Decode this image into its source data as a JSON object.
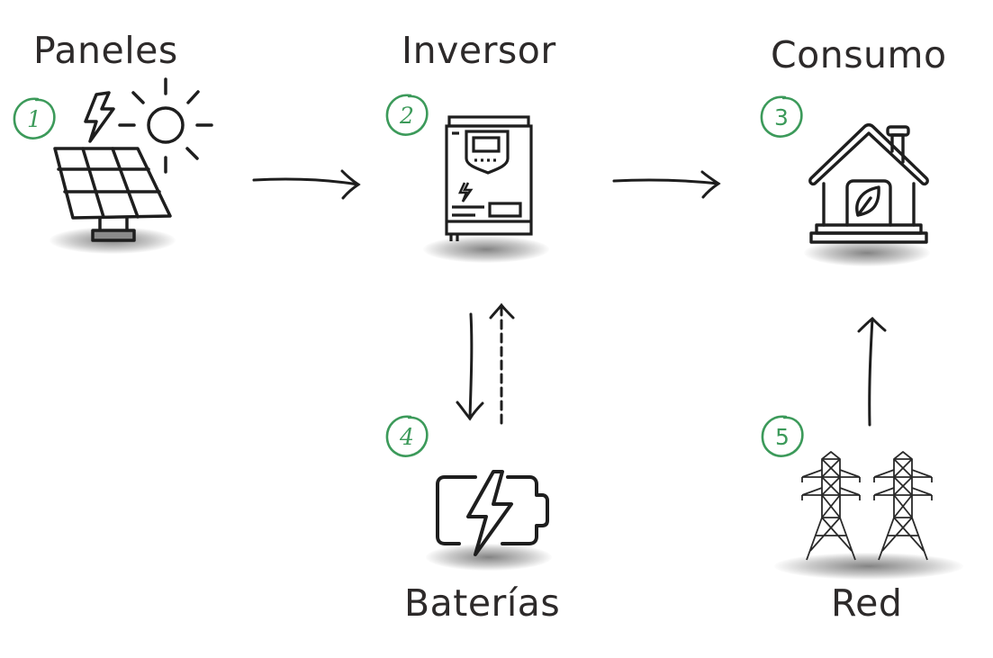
{
  "colors": {
    "accent_green": "#3c9a5a",
    "ink": "#1e1e1e",
    "label": "#2d2a2a"
  },
  "nodes": [
    {
      "id": "paneles",
      "label": "Paneles",
      "number": "1",
      "icon": "solar-panel-icon"
    },
    {
      "id": "inversor",
      "label": "Inversor",
      "number": "2",
      "icon": "inverter-icon"
    },
    {
      "id": "consumo",
      "label": "Consumo",
      "number": "3",
      "icon": "house-leaf-icon"
    },
    {
      "id": "baterias",
      "label": "Baterías",
      "number": "4",
      "icon": "battery-charging-icon"
    },
    {
      "id": "red",
      "label": "Red",
      "number": "5",
      "icon": "power-towers-icon"
    }
  ],
  "edges": [
    {
      "from": "paneles",
      "to": "inversor",
      "style": "solid"
    },
    {
      "from": "inversor",
      "to": "consumo",
      "style": "solid"
    },
    {
      "from": "inversor",
      "to": "baterias",
      "style": "solid"
    },
    {
      "from": "baterias",
      "to": "inversor",
      "style": "dashed"
    },
    {
      "from": "red",
      "to": "consumo",
      "style": "solid"
    }
  ]
}
